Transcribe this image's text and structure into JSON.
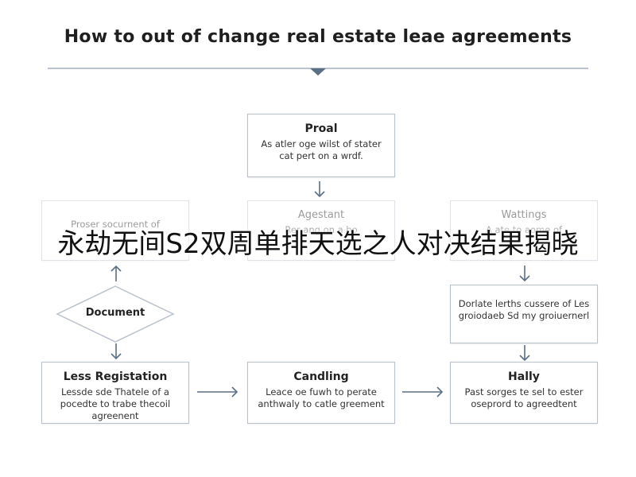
{
  "diagram": {
    "title": "How to out of change real estate leae agreements",
    "nodes": [
      {
        "id": "proal",
        "shape": "box",
        "heading": "Proal",
        "text": "As atler oge wilst of stater cat pert on a wrdf."
      },
      {
        "id": "left-faded",
        "shape": "box",
        "faded": true,
        "heading": "Proser socurnent of",
        "text": ""
      },
      {
        "id": "agestant",
        "shape": "box",
        "faded": true,
        "heading": "Agestant",
        "text": "Rer ang on a ho"
      },
      {
        "id": "wattings",
        "shape": "box",
        "faded": true,
        "heading": "Wattings",
        "text": "A ate to aome of"
      },
      {
        "id": "document",
        "shape": "diamond",
        "heading": "Document"
      },
      {
        "id": "dorlate",
        "shape": "box",
        "heading": "",
        "text": "Dorlate lerths cussere of Les groiodaeb Sd my groiuernerl"
      },
      {
        "id": "less-registation",
        "shape": "box",
        "heading": "Less Registation",
        "text": "Lessde sde Thatele of a pocedte to trabe thecoil agreenent"
      },
      {
        "id": "candling",
        "shape": "box",
        "heading": "Candling",
        "text": "Leace oe fuwh to perate anthwaly to catle greement"
      },
      {
        "id": "hally",
        "shape": "box",
        "heading": "Hally",
        "text": "Past sorges te sel to ester oseprord to agreedtent"
      }
    ]
  },
  "overlay_caption": "永劫无间S2双周单排天选之人对决结果揭晓",
  "colors": {
    "box_border": "#b9c2cc",
    "arrow": "#5b6f86",
    "rule": "#8fa1b3"
  }
}
